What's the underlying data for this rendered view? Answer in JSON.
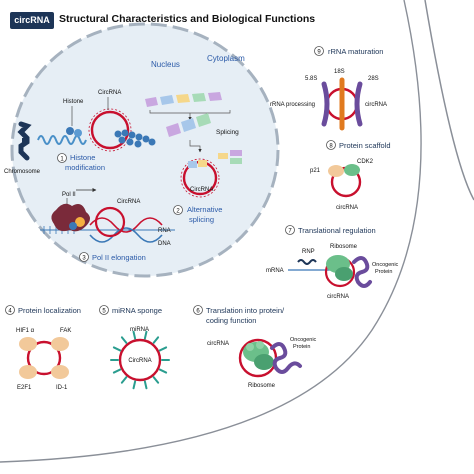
{
  "header": {
    "badge": "circRNA",
    "title": "Structural Characteristics and Biological Functions"
  },
  "cell": {
    "nucleus_label": "Nucleus",
    "cytoplasm_label": "Cytoplasm"
  },
  "panel1": {
    "number": "1",
    "title_line1": "Histone",
    "title_line2": "modification",
    "labels": {
      "histone": "Histone",
      "circrna": "CircRNA",
      "chromosome": "Chromosome"
    }
  },
  "panel2": {
    "number": "2",
    "title_line1": "Alternative",
    "title_line2": "splicing",
    "labels": {
      "splicing": "Splicing",
      "circrna": "CircRNA"
    }
  },
  "panel3": {
    "number": "3",
    "title": "Pol II elongation",
    "labels": {
      "pol2": "Pol II",
      "circrna": "CircRNA",
      "rna": "RNA",
      "dna": "DNA"
    }
  },
  "panel4": {
    "number": "4",
    "title": "Protein localization",
    "labels": {
      "hif": "HIF1 α",
      "fak": "FAK",
      "e2f1": "E2F1",
      "id1": "ID-1"
    }
  },
  "panel5": {
    "number": "5",
    "title": "miRNA sponge",
    "labels": {
      "mirna": "miRNA",
      "circrna": "CircRNA"
    }
  },
  "panel6": {
    "number": "6",
    "title_line1": "Translation into protein/",
    "title_line2": "coding function",
    "labels": {
      "circrna": "circRNA",
      "ribosome": "Ribosome",
      "oncogenic_line1": "Oncogenic",
      "oncogenic_line2": "Protein"
    }
  },
  "panel7": {
    "number": "7",
    "title": "Translational regulation",
    "labels": {
      "rnp": "RNP",
      "ribosome": "Ribosome",
      "mrna": "mRNA",
      "circrna": "circRNA",
      "oncogenic_line1": "Oncogenic",
      "oncogenic_line2": "Protein"
    }
  },
  "panel8": {
    "number": "8",
    "title": "Protein scaffold",
    "labels": {
      "p21": "p21",
      "cdk2": "CDK2",
      "circrna": "circRNA"
    }
  },
  "panel9": {
    "number": "9",
    "title": "rRNA maturation",
    "labels": {
      "s18": "18S",
      "s58": "5.8S",
      "s28": "28S",
      "processing": "rRNA processing",
      "circrna": "circRNA"
    }
  },
  "colors": {
    "circ_red": "#c8102e",
    "navy": "#1d3557",
    "blue_text": "#2b5aa8",
    "nucleus_fill": "#e6eef5",
    "cell_line": "#8a8f98",
    "protein_tan": "#f2c99a",
    "purple": "#6a4c9c",
    "green": "#6bbf8a"
  }
}
